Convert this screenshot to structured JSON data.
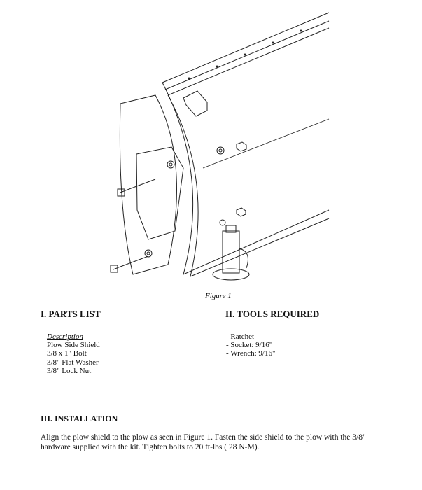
{
  "figure": {
    "caption": "Figure 1"
  },
  "parts_list": {
    "heading": "I.  PARTS LIST",
    "column_header": "Description",
    "items": [
      "Plow Side Shield",
      "3/8 x 1\" Bolt",
      "3/8\" Flat Washer",
      "3/8\" Lock Nut"
    ]
  },
  "tools_required": {
    "heading": "II.  TOOLS REQUIRED",
    "items": [
      "- Ratchet",
      "- Socket:  9/16\"",
      "- Wrench:  9/16\""
    ]
  },
  "installation": {
    "heading": "III.  INSTALLATION",
    "text": "Align the plow shield to the plow as seen in Figure 1.  Fasten the side shield to the plow with the 3/8\" hardware supplied with the kit. Tighten bolts to 20 ft-lbs ( 28 N-M)."
  }
}
